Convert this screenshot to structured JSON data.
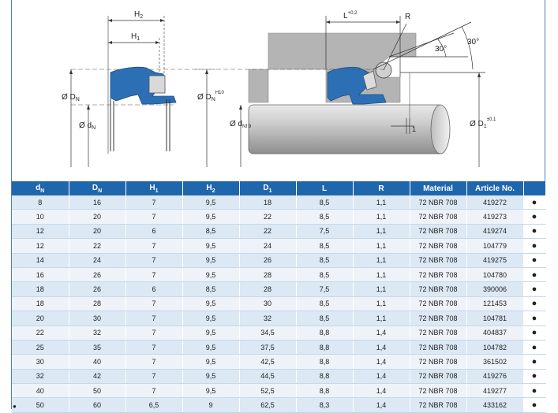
{
  "drawing": {
    "labels": {
      "h2": "H",
      "h2_sub": "2",
      "h1": "H",
      "h1_sub": "1",
      "dn_left": "Ø D",
      "dn_left_sub": "N",
      "dn_small": "Ø d",
      "dn_small_sub": "N",
      "dn_h10": "Ø D",
      "dn_h10_sub": "N",
      "dn_h10_sup": "H10",
      "dn_f9": "Ø d",
      "dn_f9_sub": "Nf 9",
      "l": "L",
      "l_sup": "+0,2",
      "r": "R",
      "angle1": "30°",
      "angle2": "30°",
      "one": "1",
      "d1": "Ø D",
      "d1_sub": "1",
      "d1_sup": "±0,1"
    }
  },
  "table": {
    "headers": [
      {
        "main": "d",
        "sub": "N"
      },
      {
        "main": "D",
        "sub": "N"
      },
      {
        "main": "H",
        "sub": "1"
      },
      {
        "main": "H",
        "sub": "2"
      },
      {
        "main": "D",
        "sub": "1"
      },
      {
        "main": "L",
        "sub": ""
      },
      {
        "main": "R",
        "sub": ""
      },
      {
        "main": "Material",
        "sub": ""
      },
      {
        "main": "Article No.",
        "sub": ""
      },
      {
        "main": "",
        "sub": ""
      }
    ],
    "rows": [
      [
        "8",
        "16",
        "7",
        "9,5",
        "18",
        "8,5",
        "1,1",
        "72 NBR 708",
        "419272",
        "●"
      ],
      [
        "10",
        "20",
        "7",
        "9,5",
        "22",
        "8,5",
        "1,1",
        "72 NBR 708",
        "419273",
        "●"
      ],
      [
        "12",
        "20",
        "6",
        "8,5",
        "22",
        "7,5",
        "1,1",
        "72 NBR 708",
        "419274",
        "●"
      ],
      [
        "12",
        "22",
        "7",
        "9,5",
        "24",
        "8,5",
        "1,1",
        "72 NBR 708",
        "104779",
        "●"
      ],
      [
        "14",
        "24",
        "7",
        "9,5",
        "26",
        "8,5",
        "1,1",
        "72 NBR 708",
        "419275",
        "●"
      ],
      [
        "16",
        "26",
        "7",
        "9,5",
        "28",
        "8,5",
        "1,1",
        "72 NBR 708",
        "104780",
        "●"
      ],
      [
        "18",
        "26",
        "6",
        "8,5",
        "28",
        "7,5",
        "1,1",
        "72 NBR 708",
        "390006",
        "●"
      ],
      [
        "18",
        "28",
        "7",
        "9,5",
        "30",
        "8,5",
        "1,1",
        "72 NBR 708",
        "121453",
        "●"
      ],
      [
        "20",
        "30",
        "7",
        "9,5",
        "32",
        "8,5",
        "1,1",
        "72 NBR 708",
        "104781",
        "●"
      ],
      [
        "22",
        "32",
        "7",
        "9,5",
        "34,5",
        "8,8",
        "1,4",
        "72 NBR 708",
        "404837",
        "●"
      ],
      [
        "25",
        "35",
        "7",
        "9,5",
        "37,5",
        "8,8",
        "1,4",
        "72 NBR 708",
        "104782",
        "●"
      ],
      [
        "30",
        "40",
        "7",
        "9,5",
        "42,5",
        "8,8",
        "1,4",
        "72 NBR 708",
        "361502",
        "●"
      ],
      [
        "32",
        "42",
        "7",
        "9,5",
        "44,5",
        "8,8",
        "1,4",
        "72 NBR 708",
        "419276",
        "●"
      ],
      [
        "40",
        "50",
        "7",
        "9,5",
        "52,5",
        "8,8",
        "1,4",
        "72 NBR 708",
        "419277",
        "●"
      ],
      [
        "50",
        "60",
        "6,5",
        "9",
        "62,5",
        "8,3",
        "1,4",
        "72 NBR 708",
        "433162",
        "●"
      ]
    ]
  },
  "footer": {
    "mark": "●"
  },
  "colors": {
    "header_blue": "#1f67ad",
    "seal_blue": "#2c6fb5",
    "housing_gray": "#b4b4b4"
  }
}
